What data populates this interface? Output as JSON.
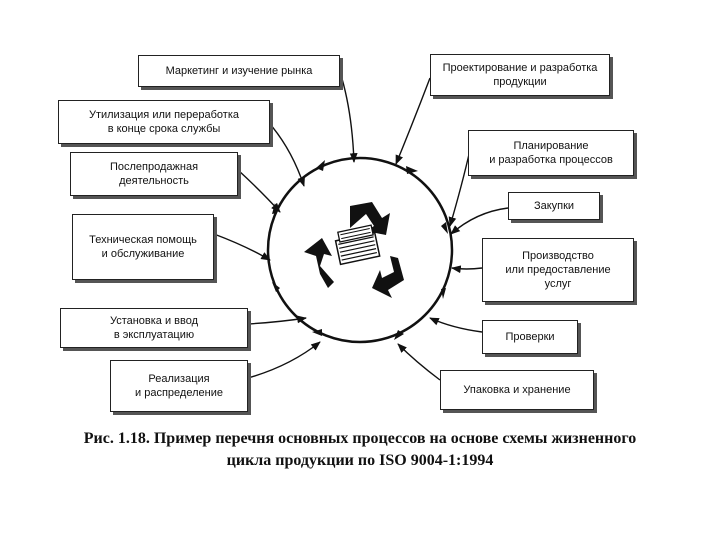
{
  "diagram": {
    "center_icon": "recycle-icon",
    "processes": {
      "marketing": "Маркетинг и изучение рынка",
      "design": "Проектирование и разработка\nпродукции",
      "planning": "Планирование\nи разработка процессов",
      "purchasing": "Закупки",
      "production": "Производство\nили предоставление\nуслуг",
      "inspection": "Проверки",
      "packaging": "Упаковка и хранение",
      "distribution": "Реализация\nи распределение",
      "installation": "Установка и ввод\nв эксплуатацию",
      "technical_support": "Техническая помощь\nи обслуживание",
      "after_sales": "Послепродажная\nдеятельность",
      "disposal": "Утилизация или переработка\nв конце срока службы"
    }
  },
  "caption": {
    "line1": "Рис. 1.18. Пример перечня основных процессов на основе схемы жизненного",
    "line2": "цикла продукции по ISO 9004-1:1994"
  }
}
